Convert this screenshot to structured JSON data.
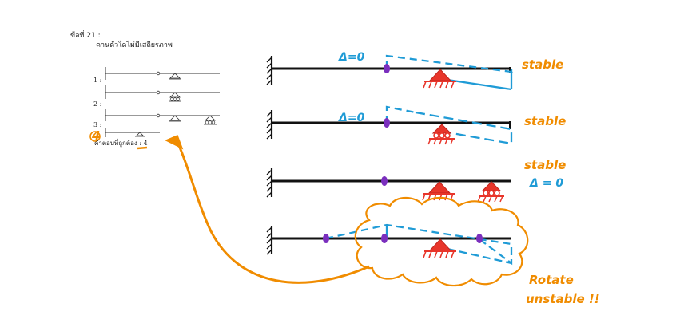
{
  "question": {
    "number_label": "ข้อที่ 21 :",
    "prompt": "คานตัวใดไม่มีเสถียรภาพ",
    "options": [
      "1 :",
      "2 :",
      "3 :",
      "4"
    ],
    "answer_text": "คำตอบที่ถูกต้อง : 4"
  },
  "annotations": {
    "beam1_delta": "Δ=0",
    "beam1_status": "stable",
    "beam2_delta": "Δ=0",
    "beam2_status": "stable",
    "beam3_status": "stable",
    "beam3_delta": "Δ = 0",
    "beam4_rotate": "Rotate",
    "beam4_unstable": "unstable !!"
  },
  "colors": {
    "beam": "#111111",
    "support": "#e8352a",
    "hinge": "#7b2fbe",
    "deflection": "#1f9bd6",
    "annotation": "#f08c00"
  }
}
